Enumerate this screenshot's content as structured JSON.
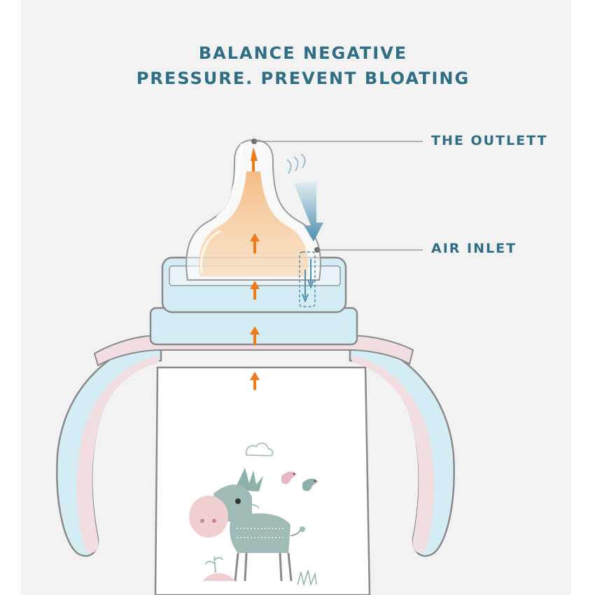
{
  "headline": {
    "line1": "BALANCE NEGATIVE",
    "line2": "PRESSURE. PREVENT BLOATING"
  },
  "callouts": {
    "outlet": "THE OUTLETT",
    "air_inlet": "AIR INLET"
  },
  "colors": {
    "text": "#2f6f86",
    "panel": "#f2f2f2",
    "collar": "#d4ecf4",
    "handle_pink": "#f2dde0",
    "milk": "#f6c795",
    "arrow": "#f07b1a",
    "air_arrow": "#4e8fae"
  }
}
